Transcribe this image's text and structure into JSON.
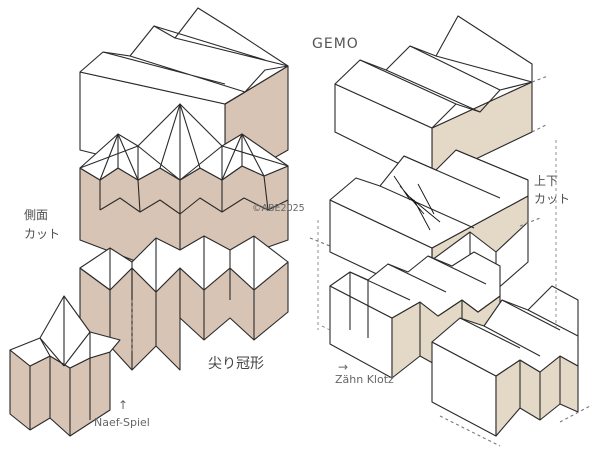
{
  "labels": {
    "gemo": "GEMO",
    "side_cut_line1": "側面",
    "side_cut_line2": "カット",
    "updown_cut_line1": "上下",
    "updown_cut_line2": "カット",
    "copyright": "©ABE2025",
    "sharp_crown": "尖り冠形",
    "zahn_klotz": "Zähn Klotz",
    "naef_spiel": "Naef-Spiel"
  },
  "arrows": {
    "zahn": "→",
    "naef": "↑"
  },
  "colors": {
    "face_shaded": "#d8c4b4",
    "face_shaded_right": "#e4d8c6",
    "face_white": "#ffffff",
    "line": "#2a2a2a",
    "dashed": "#555555"
  }
}
